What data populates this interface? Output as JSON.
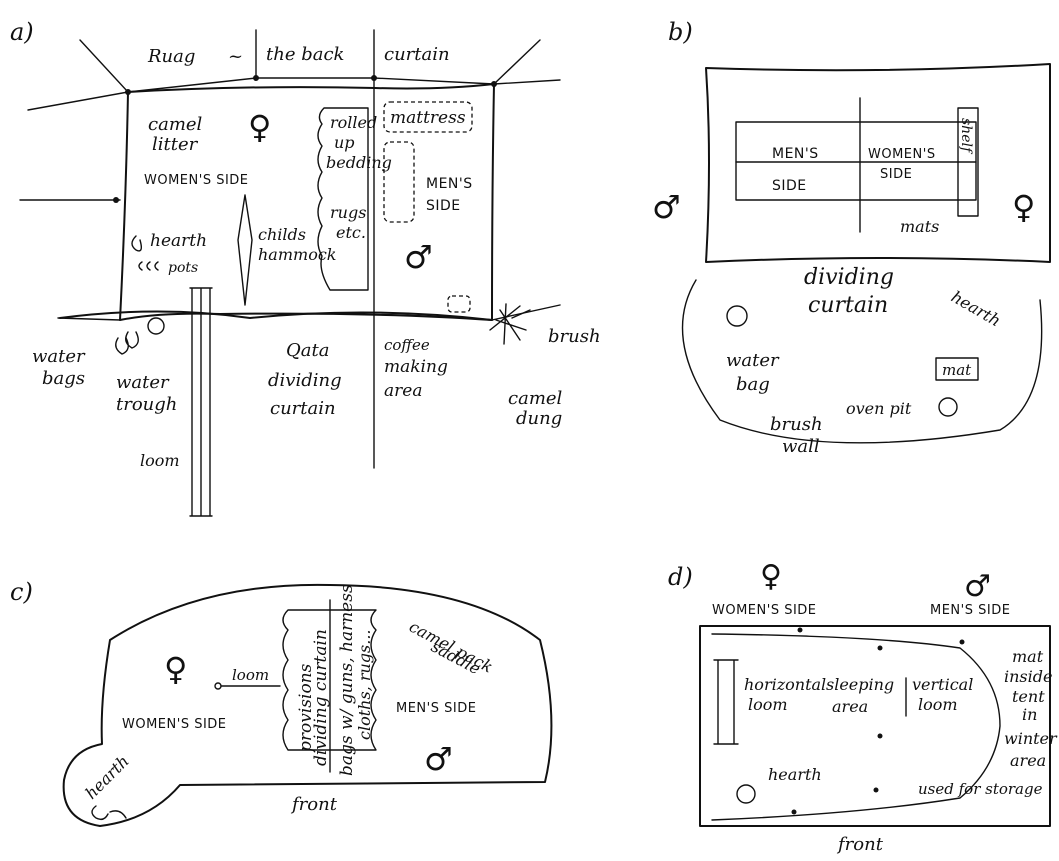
{
  "panels": {
    "a": {
      "letter": "a)",
      "back_curtain": [
        "Ruag",
        "~",
        "the back",
        "curtain"
      ],
      "camel_litter": [
        "camel",
        "litter"
      ],
      "female": "♀",
      "male": "♂",
      "womens_side": "WOMEN'S SIDE",
      "rolled_up_bedding": [
        "rolled",
        "up",
        "bedding",
        "rugs",
        "etc."
      ],
      "mattress": "mattress",
      "mens_side": [
        "MEN'S",
        "SIDE"
      ],
      "hearth": "hearth",
      "pots": "pots",
      "childs_hammock": [
        "childs",
        "hammock"
      ],
      "water_bags": [
        "water",
        "bags"
      ],
      "water_trough": [
        "water",
        "trough"
      ],
      "qata": [
        "Qata",
        "dividing",
        "curtain"
      ],
      "coffee": [
        "coffee",
        "making",
        "area"
      ],
      "brush": "brush",
      "camel_dung": [
        "camel",
        "dung"
      ],
      "loom": "loom"
    },
    "b": {
      "letter": "b)",
      "mens_side": [
        "MEN'S",
        "SIDE"
      ],
      "womens_side": [
        "WOMEN'S",
        "SIDE"
      ],
      "shelf": "shelf",
      "mats": "mats",
      "male": "♂",
      "female": "♀",
      "dividing_curtain": [
        "dividing",
        "curtain"
      ],
      "hearth": "hearth",
      "mat": "mat",
      "water_bag": [
        "water",
        "bag"
      ],
      "oven_pit": "oven pit",
      "brush_wall": [
        "brush",
        "wall"
      ]
    },
    "c": {
      "letter": "c)",
      "female": "♀",
      "male": "♂",
      "loom": "loom",
      "provisions": "provisions",
      "dividing_curtain": "dividing curtain",
      "bags": "bags w/ guns, harness",
      "cloths": "cloths, rugs...",
      "camel_pack_saddle": [
        "camel pack",
        "saddle"
      ],
      "womens_side": "WOMEN'S SIDE",
      "mens_side": "MEN'S SIDE",
      "hearth": "hearth",
      "front": "front"
    },
    "d": {
      "letter": "d)",
      "female": "♀",
      "male": "♂",
      "womens_side": "WOMEN'S SIDE",
      "mens_side": "MEN'S SIDE",
      "horizontal_loom": [
        "horizontal",
        "loom"
      ],
      "sleeping_area": [
        "sleeping",
        "area"
      ],
      "vertical_loom": [
        "vertical",
        "loom"
      ],
      "mat_inside": [
        "mat",
        "inside",
        "tent",
        "in",
        "winter",
        "area",
        "used for storage"
      ],
      "hearth": "hearth",
      "front": "front"
    }
  }
}
